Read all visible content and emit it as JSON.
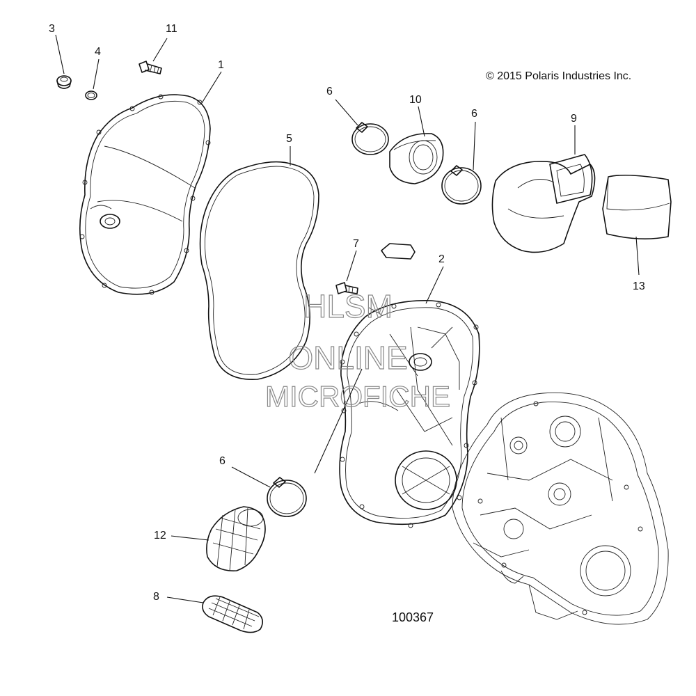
{
  "copyright": "© 2015 Polaris Industries Inc.",
  "figure_number": "100367",
  "watermark": {
    "line1": "HLSM",
    "line2": "ONLINE",
    "line3": "MICROFICHE"
  },
  "callouts": {
    "c1": "1",
    "c2": "2",
    "c3": "3",
    "c4": "4",
    "c5": "5",
    "c6a": "6",
    "c6b": "6",
    "c6c": "6",
    "c7": "7",
    "c8": "8",
    "c9": "9",
    "c10": "10",
    "c11": "11",
    "c12": "12",
    "c13": "13"
  }
}
